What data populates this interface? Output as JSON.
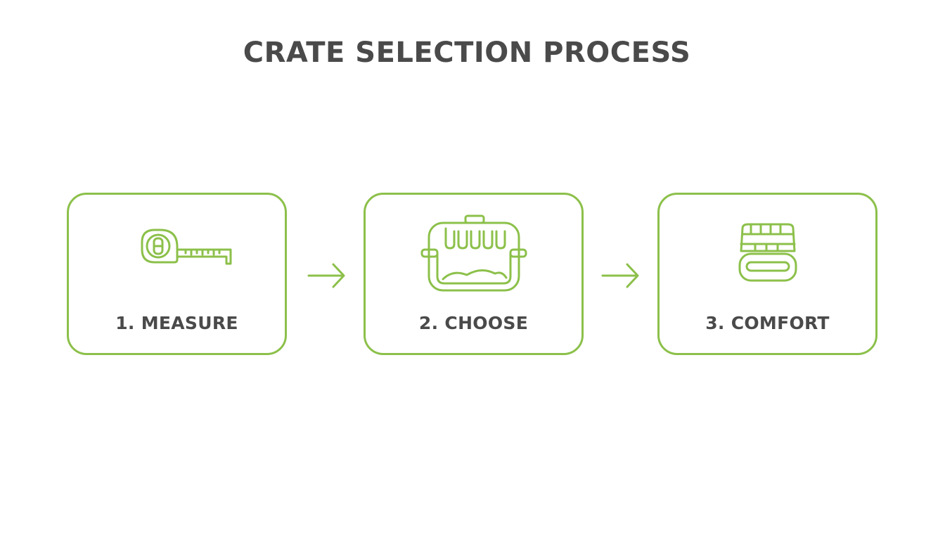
{
  "title": "CRATE SELECTION PROCESS",
  "accent_color": "#8cc04a",
  "text_color": "#4a4a4a",
  "steps": [
    {
      "label": "1. MEASURE",
      "icon": "tape-measure-icon"
    },
    {
      "label": "2. CHOOSE",
      "icon": "pet-crate-icon"
    },
    {
      "label": "3. COMFORT",
      "icon": "folded-bedding-icon"
    }
  ],
  "connector_icon": "arrow-right-icon"
}
